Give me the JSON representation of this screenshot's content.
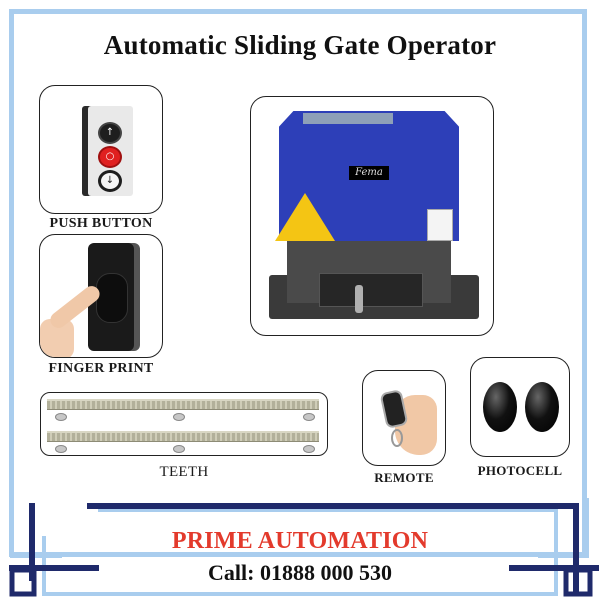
{
  "title": "Automatic Sliding Gate Operator",
  "products": {
    "push_button": {
      "label": "PUSH BUTTON",
      "buttons": [
        "up-arrow",
        "stop",
        "down-arrow"
      ]
    },
    "finger_print": {
      "label": "FINGER PRINT"
    },
    "motor": {
      "brand_badge": "Fema"
    },
    "teeth": {
      "label": "TEETH"
    },
    "remote": {
      "label": "REMOTE"
    },
    "photocell": {
      "label": "PHOTOCELL"
    }
  },
  "footer": {
    "company": "PRIME AUTOMATION",
    "phone": "Call: 01888 000 530"
  },
  "colors": {
    "frame_light_blue": "#a9cdee",
    "frame_dark_navy": "#1f2a6b",
    "brand_red": "#e33a2c",
    "motor_blue": "#2d3fb8"
  }
}
